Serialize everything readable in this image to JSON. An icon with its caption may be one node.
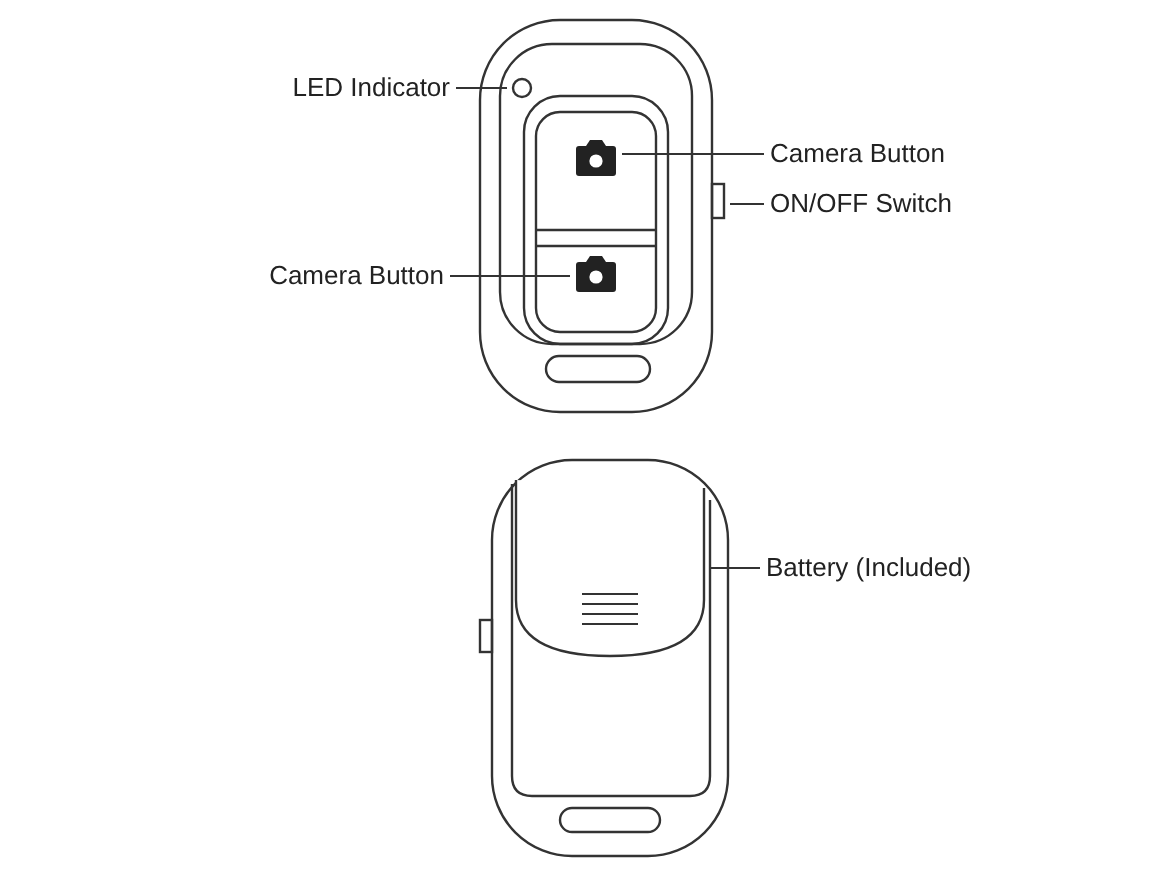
{
  "diagram": {
    "nodes": [
      {
        "text": [
          "LED Indicator"
        ]
      },
      {
        "text": [],
        "shape": "circle"
      },
      {
        "text": [
          "Camera Button"
        ]
      },
      {
        "text": [],
        "shape": "box"
      },
      {
        "text": [
          "ON/OFF Switch"
        ]
      },
      {
        "text": [],
        "shape": "bar"
      },
      {
        "text": [
          "Camera Button"
        ]
      },
      {
        "text": [],
        "shape": "box"
      },
      {
        "text": [
          "Battery (Included)"
        ]
      },
      {
        "text": [],
        "shape": "box"
      }
    ],
    "edges": [
      {
        "from": 0,
        "to": 1,
        "arrow": "none"
      },
      {
        "from": 2,
        "to": 3,
        "arrow": "none"
      },
      {
        "from": 4,
        "to": 5,
        "arrow": "none"
      },
      {
        "from": 6,
        "to": 7,
        "arrow": "none"
      },
      {
        "from": 8,
        "to": 9,
        "arrow": "none"
      }
    ]
  }
}
